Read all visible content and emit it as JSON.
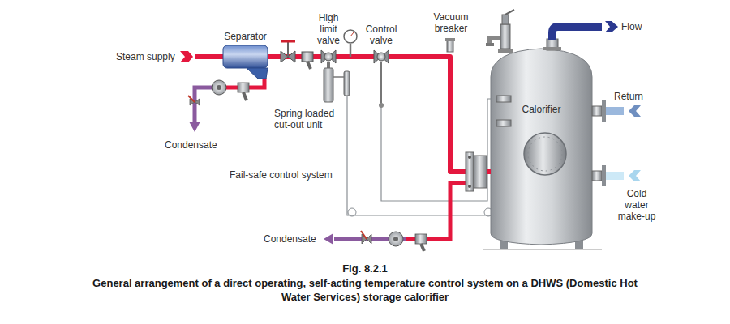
{
  "diagram": {
    "title": "Fig. 8.2.1",
    "caption": "General arrangement of a direct operating, self-acting temperature control system on a DHWS (Domestic Hot Water Services) storage calorifier",
    "nodes": [
      {
        "text": [
          "Separator"
        ]
      },
      {
        "text": [
          "High limit valve"
        ]
      },
      {
        "text": [
          "Control valve"
        ]
      },
      {
        "text": [
          "Calorifier"
        ]
      }
    ],
    "edges": [
      {
        "from": 0,
        "to": 1,
        "arrow": "none"
      },
      {
        "from": 1,
        "to": 2,
        "arrow": "none"
      },
      {
        "from": 2,
        "to": 3,
        "arrow": "none"
      }
    ],
    "labels": [
      "Steam supply",
      "Condensate",
      "Spring loaded cut-out unit",
      "Vacuum breaker",
      "Fail-safe control system",
      "Flow",
      "Return",
      "Cold water make-up",
      "Condensate"
    ]
  }
}
